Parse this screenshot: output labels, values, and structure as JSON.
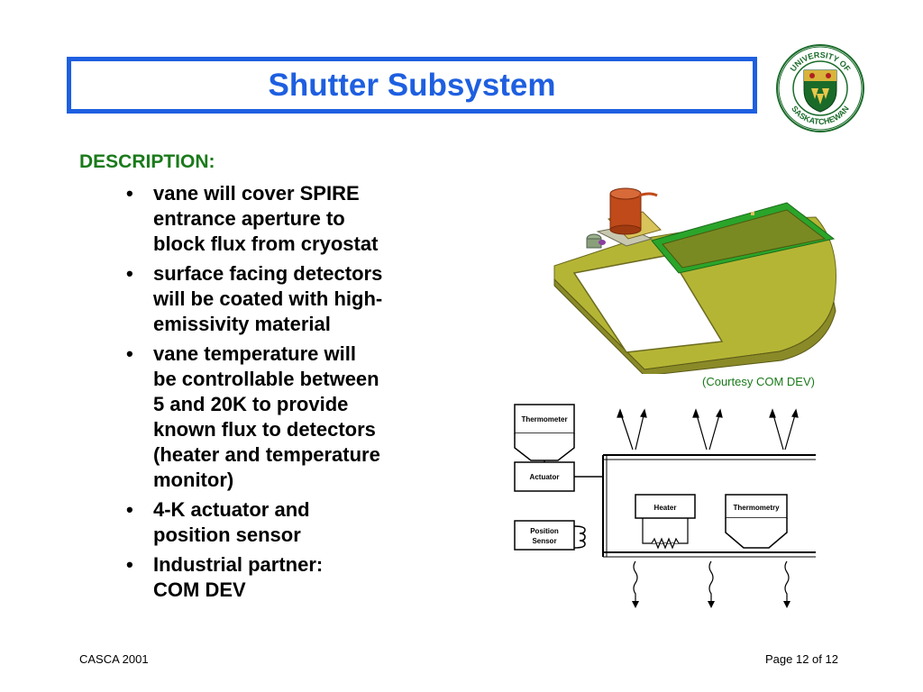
{
  "title": "Shutter Subsystem",
  "description_heading": "DESCRIPTION:",
  "bullets": [
    "vane will cover SPIRE\nentrance aperture to\nblock flux from cryostat",
    "surface facing detectors\nwill be coated with high-\nemissivity material",
    "vane temperature will\nbe controllable between\n5 and 20K to provide\nknown flux to detectors\n(heater and temperature\nmonitor)",
    "4-K actuator and\nposition sensor",
    "Industrial partner:\nCOM DEV"
  ],
  "bullet_glyph": "•",
  "courtesy": "(Courtesy COM DEV)",
  "schematic": {
    "thermometer": "Thermometer",
    "actuator": "Actuator",
    "position_sensor_line1": "Position",
    "position_sensor_line2": "Sensor",
    "heater": "Heater",
    "thermometry": "Thermometry"
  },
  "logo": {
    "text_top": "UNIVERSITY OF",
    "text_bottom": "SASKATCHEWAN"
  },
  "footer": {
    "left": "CASCA 2001",
    "right": "Page 12 of 12"
  },
  "colors": {
    "title_blue": "#1e5fe0",
    "heading_green": "#1a7a1a",
    "vane_olive": "#b5b535",
    "panel_green": "#2aa52a",
    "actuator_copper": "#c04a1a"
  }
}
